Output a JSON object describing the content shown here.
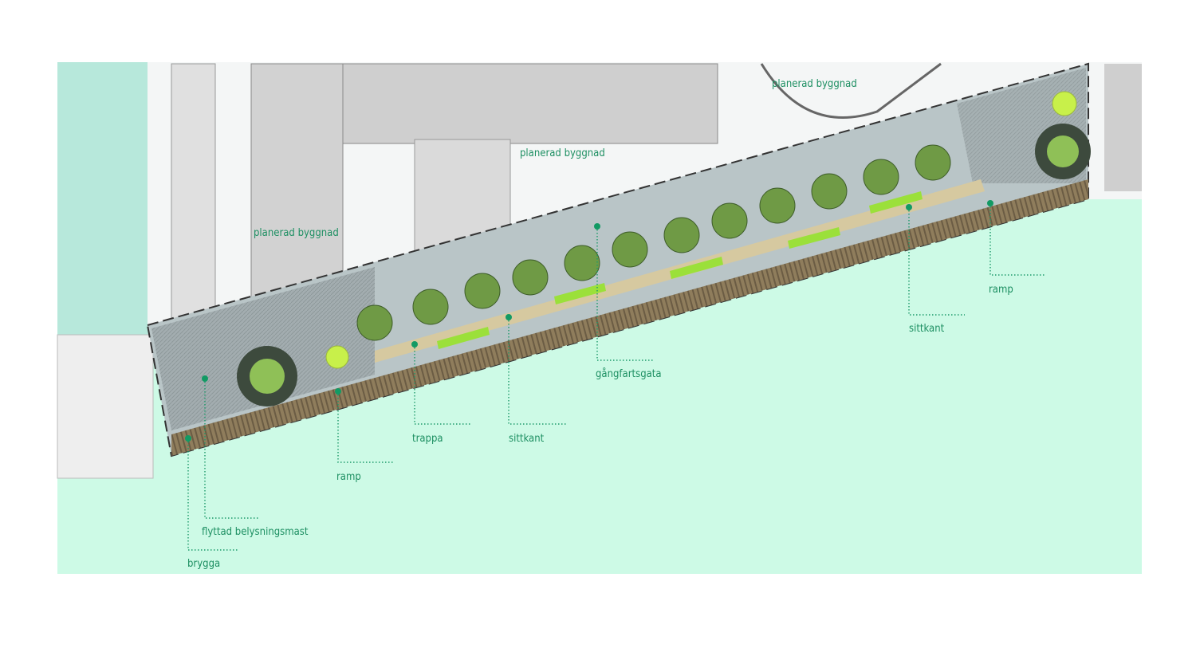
{
  "colors": {
    "water": "#cdfae6",
    "label": "#1d8f62",
    "boardwalk": "#8c7b5e",
    "paving": "#b8c4c6",
    "tree": "#6f9a45",
    "planting": "#9be03a"
  },
  "buildings": [
    {
      "label": "planerad byggnad"
    },
    {
      "label": "planerad byggnad"
    },
    {
      "label": "planerad byggnad"
    }
  ],
  "callouts": [
    {
      "label": "brygga"
    },
    {
      "label": "flyttad belysningsmast"
    },
    {
      "label": "ramp"
    },
    {
      "label": "trappa"
    },
    {
      "label": "sittkant"
    },
    {
      "label": "gångfartsgata"
    },
    {
      "label": "sittkant"
    },
    {
      "label": "ramp"
    }
  ]
}
